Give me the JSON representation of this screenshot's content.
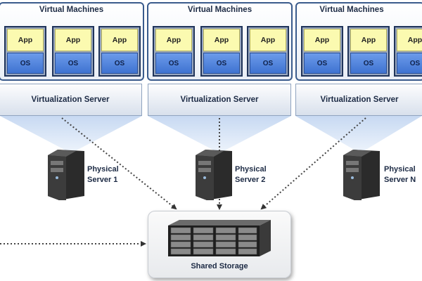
{
  "vm_groups": [
    {
      "title": "Virtual Machines",
      "vms": [
        {
          "app": "App",
          "os": "OS"
        },
        {
          "app": "App",
          "os": "OS"
        },
        {
          "app": "App",
          "os": "OS"
        }
      ]
    },
    {
      "title": "Virtual Machines",
      "vms": [
        {
          "app": "App",
          "os": "OS"
        },
        {
          "app": "App",
          "os": "OS"
        },
        {
          "app": "App",
          "os": "OS"
        }
      ]
    },
    {
      "title": "Virtual Machines",
      "vms": [
        {
          "app": "App",
          "os": "OS"
        },
        {
          "app": "App",
          "os": "OS"
        },
        {
          "app": "App",
          "os": "OS"
        }
      ]
    }
  ],
  "virtualization_servers": [
    "Virtualization Server",
    "Virtualization Server",
    "Virtualization Server"
  ],
  "physical_servers": [
    {
      "line1": "Physical",
      "line2": "Server 1"
    },
    {
      "line1": "Physical",
      "line2": "Server 2"
    },
    {
      "line1": "Physical",
      "line2": "Server N"
    }
  ],
  "shared_storage": {
    "label": "Shared Storage"
  },
  "colors": {
    "vm_border": "#3a5b8c",
    "app_fill": "#fbfab0",
    "os_fill": "#4f85df",
    "cone_fill": "#d3e2f6"
  }
}
